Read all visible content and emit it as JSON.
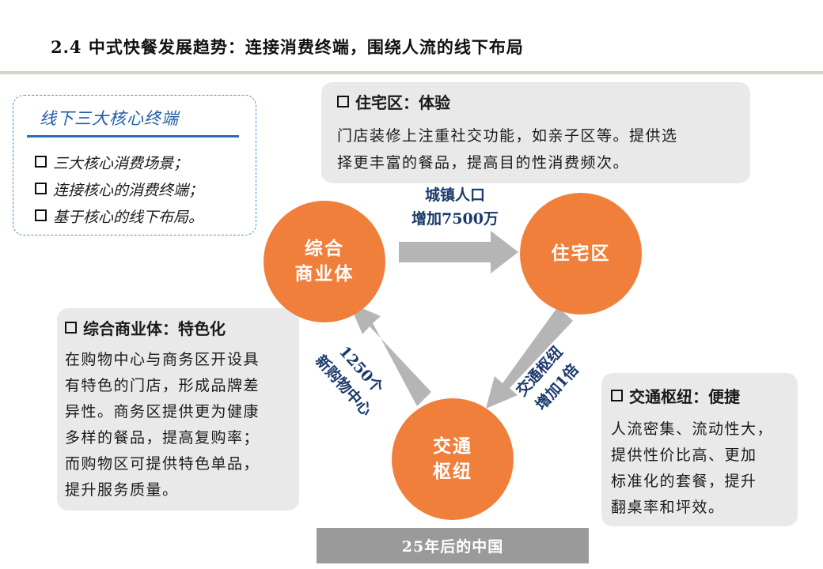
{
  "title": "2.4 中式快餐发展趋势：连接消费终端，围绕人流的线下布局",
  "offline_box": {
    "heading": "线下三大核心终端",
    "items": [
      "三大核心消费场景；",
      "连接核心的消费终端；",
      "基于核心的线下布局。"
    ]
  },
  "residential_box": {
    "heading": "住宅区：体验",
    "lines": [
      "门店装修上注重社交功能，如亲子区等。提供选",
      "择更丰富的餐品，提高目的性消费频次。"
    ]
  },
  "commercial_box": {
    "heading": "综合商业体：特色化",
    "lines": [
      "在购物中心与商务区开设具",
      "有特色的门店，形成品牌差",
      "异性。商务区提供更为健康",
      "多样的餐品，提高复购率；",
      "而购物区可提供特色单品，",
      "提升服务质量。"
    ]
  },
  "transport_box": {
    "heading": "交通枢纽：便捷",
    "lines": [
      "人流密集、流动性大，",
      "提供性价比高、更加",
      "标准化的套餐，提升",
      "翻桌率和坪效。"
    ]
  },
  "circles": {
    "commercial": [
      "综合",
      "商业体"
    ],
    "residential": "住宅区",
    "transport": [
      "交通",
      "枢纽"
    ]
  },
  "arrow_labels": {
    "top": [
      "城镇人口",
      "增加7500万"
    ],
    "right": [
      "交通枢纽",
      "增加1倍"
    ],
    "left": [
      "1250个",
      "新购物中心"
    ]
  },
  "footer": "25年后的中国",
  "colors": {
    "circle": "#f07f3c",
    "arrow": "#b5b5b5",
    "box": "#e9e9e9",
    "accent": "#1f5fa8"
  }
}
